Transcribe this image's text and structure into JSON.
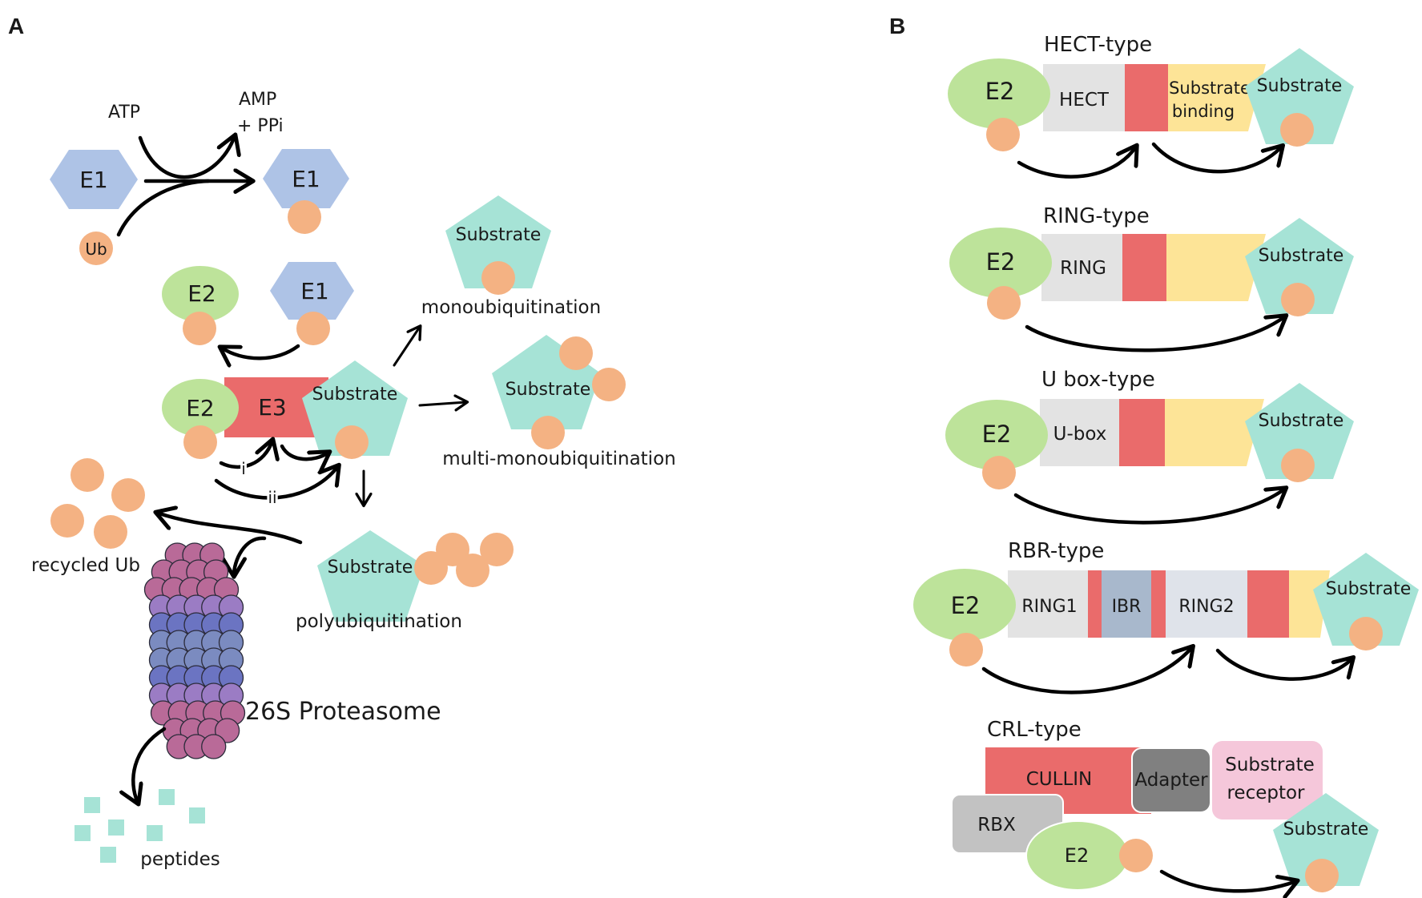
{
  "colors": {
    "e1": "#aec3e6",
    "e2": "#bde39a",
    "e3": "#ea6b6b",
    "ub": "#f4b283",
    "substrate": "#a6e3d6",
    "domain_grey": "#e3e3e3",
    "substrate_binding": "#fde497",
    "ibr": "#a8b8cc",
    "ring2_bg": "#dfe3ea",
    "adapter": "#808080",
    "rbx": "#c2c2c2",
    "receptor": "#f5c7da",
    "peptide": "#a6e3d6"
  },
  "panel_a": {
    "letter": "A",
    "atp": "ATP",
    "amp": "AMP",
    "ppi": "+ PPi",
    "e1": "E1",
    "e2": "E2",
    "e3": "E3",
    "ub": "Ub",
    "substrate": "Substrate",
    "route_i": "i",
    "route_ii": "ii",
    "monoubiquitination": "monoubiquitination",
    "multi_monoubiquitination": "multi-monoubiquitination",
    "polyubiquitination": "polyubiquitination",
    "recycled_ub": "recycled Ub",
    "proteasome": "26S Proteasome",
    "peptides": "peptides"
  },
  "panel_b": {
    "letter": "B",
    "hect": {
      "title": "HECT-type",
      "e2": "E2",
      "domain": "HECT",
      "binding_line1": "Substrate",
      "binding_line2": "binding",
      "substrate": "Substrate"
    },
    "ring": {
      "title": "RING-type",
      "e2": "E2",
      "domain": "RING",
      "substrate": "Substrate"
    },
    "ubox": {
      "title": "U box-type",
      "e2": "E2",
      "domain": "U-box",
      "substrate": "Substrate"
    },
    "rbr": {
      "title": "RBR-type",
      "e2": "E2",
      "ring1": "RING1",
      "ibr": "IBR",
      "ring2": "RING2",
      "substrate": "Substrate"
    },
    "crl": {
      "title": "CRL-type",
      "cullin": "CULLIN",
      "adapter": "Adapter",
      "receptor_line1": "Substrate",
      "receptor_line2": "receptor",
      "rbx": "RBX",
      "e2": "E2",
      "substrate": "Substrate"
    }
  }
}
